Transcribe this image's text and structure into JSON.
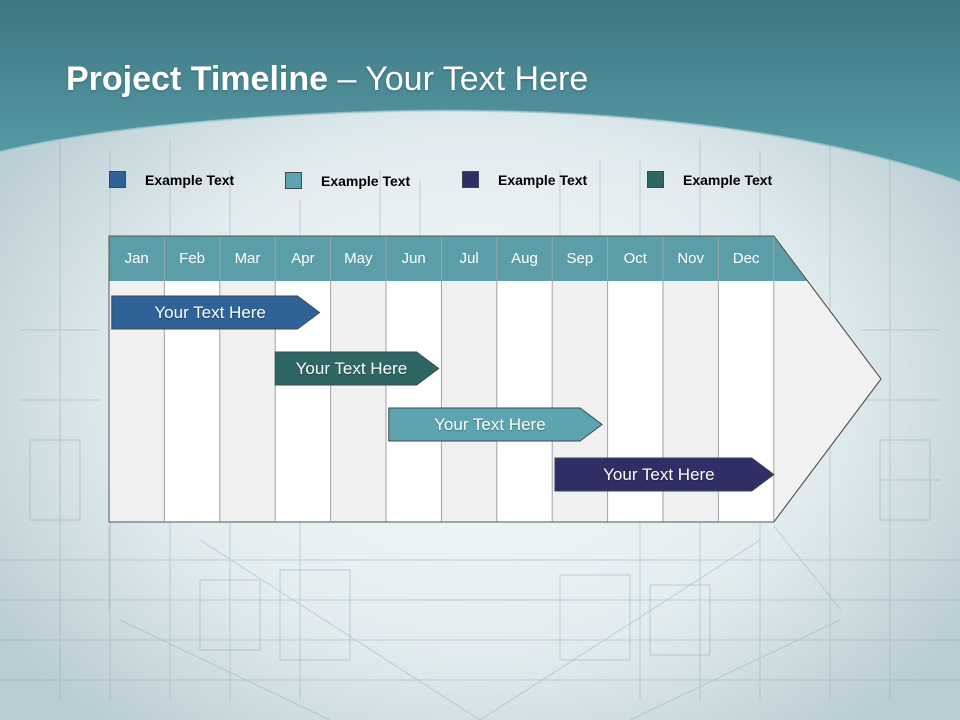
{
  "title": {
    "bold": "Project Timeline",
    "rest": " – Your Text Here"
  },
  "legend": [
    {
      "label": "Example Text",
      "color": "#2f6296"
    },
    {
      "label": "Example Text",
      "color": "#5ea4b0"
    },
    {
      "label": "Example Text",
      "color": "#2f2f66"
    },
    {
      "label": "Example Text",
      "color": "#2e6664"
    }
  ],
  "timeline": {
    "months": [
      "Jan",
      "Feb",
      "Mar",
      "Apr",
      "May",
      "Jun",
      "Jul",
      "Aug",
      "Sep",
      "Oct",
      "Nov",
      "Dec"
    ],
    "header_color": "#5c9ea8",
    "tasks": [
      {
        "label": "Your  Text Here",
        "color": "#2f6296",
        "start_month": 0.05,
        "end_month": 3.8
      },
      {
        "label": "Your  Text Here",
        "color": "#2e6664",
        "start_month": 3.0,
        "end_month": 5.95
      },
      {
        "label": "Your  Text Here",
        "color": "#5ea4b0",
        "start_month": 5.05,
        "end_month": 8.9
      },
      {
        "label": "Your  Text Here",
        "color": "#2f2f66",
        "start_month": 8.05,
        "end_month": 12.0
      }
    ]
  }
}
